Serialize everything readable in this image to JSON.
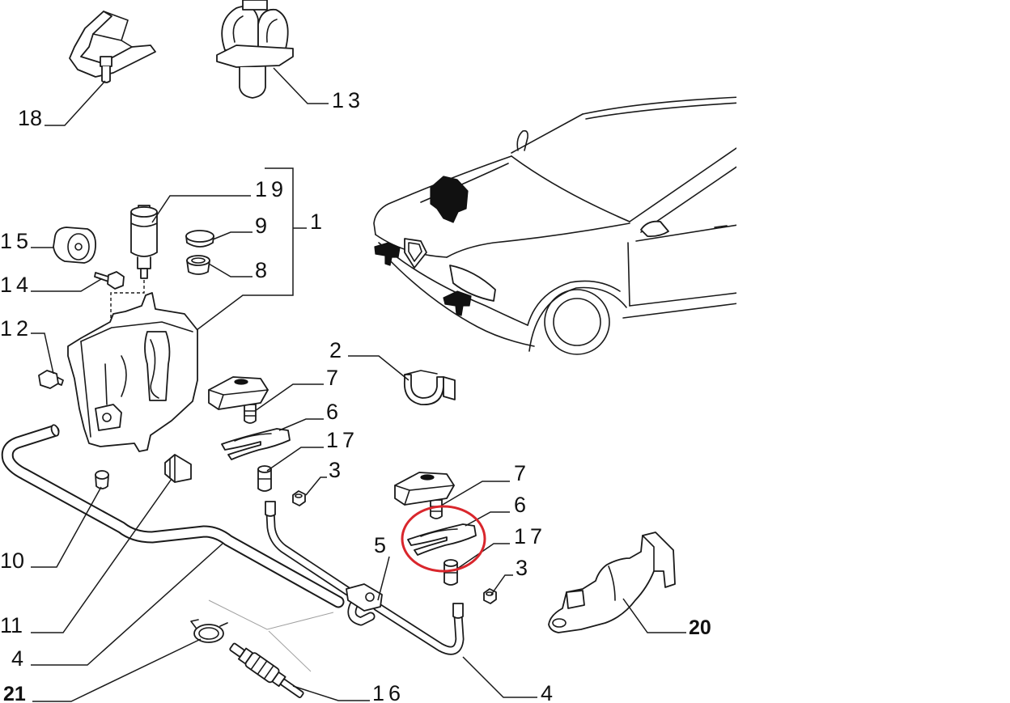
{
  "callouts": [
    "18",
    "13",
    "19",
    "1",
    "9",
    "8",
    "15",
    "14",
    "12",
    "2",
    "7",
    "6",
    "17",
    "3",
    "7",
    "6",
    "17",
    "3",
    "5",
    "10",
    "11",
    "4",
    "4",
    "20",
    "21",
    "16"
  ],
  "colors": {
    "line": "#1a1a1a",
    "highlight": "#d9262c",
    "background": "#ffffff"
  }
}
